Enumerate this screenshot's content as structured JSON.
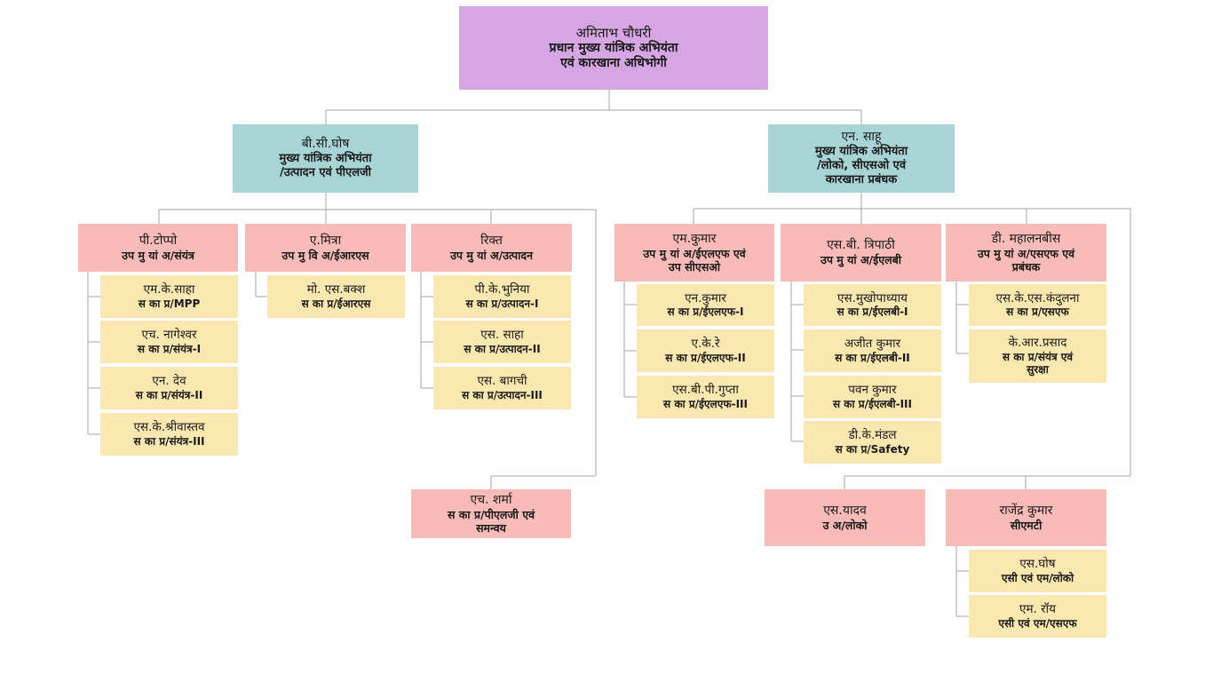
{
  "root": {
    "name": "अमिताभ चौधरी",
    "title1": "प्रधान मुख्य यांत्रिक अभियंता",
    "title2": "एवं कारखाना अधिभोगी"
  },
  "bc_ghosh": {
    "name": "बी.सी.घोष",
    "title1": "मुख्य यांत्रिक अभियंता",
    "title2": "/उत्पादन एवं पीएलजी"
  },
  "n_sahu": {
    "name": "एन. साहू",
    "title1": "मुख्य यांत्रिक अभियंता",
    "title2": "/लोको, सीएसओ एवं",
    "title3": "कारखाना प्रबंधक"
  },
  "p_toppo": {
    "name": "पी.टोप्पो",
    "title": "उप मु यां अ/संयंत्र"
  },
  "a_mitra": {
    "name": "ए.मित्रा",
    "title": "उप मु वि अ/ईआरएस"
  },
  "rikt": {
    "name": "रिक्त",
    "title": "उप मु यां अ/उत्पादन"
  },
  "m_kumar": {
    "name": "एम.कुमार",
    "title1": "उप मु यां अ/ईएलएफ एवं",
    "title2": "उप सीएसओ"
  },
  "sb_tripathi": {
    "name": "एस.बी. त्रिपाठी",
    "title": "उप मु यां अ/ईएलबी"
  },
  "d_mahalanobis": {
    "name": "डी. महालनबीस",
    "title1": "उप मु यां अ/एसएफ एवं",
    "title2": "प्रबंधक"
  },
  "mk_saha": {
    "name": "एम.के.साहा",
    "title": "स का प्र/MPP"
  },
  "h_nageshwar": {
    "name": "एच. नागेश्वर",
    "title": "स का प्र/संयंत्र-I"
  },
  "n_dev": {
    "name": "एन. देव",
    "title": "स का प्र/संयंत्र-II"
  },
  "sk_srivastava": {
    "name": "एस.के.श्रीवास्तव",
    "title": "स का प्र/संयंत्र-III"
  },
  "s_baksh": {
    "name": "मो. एस.बक्श",
    "title": "स का प्र/ईआरएस"
  },
  "pk_bhuniya": {
    "name": "पी.के.भुनिया",
    "title": "स का प्र/उत्पादन-I"
  },
  "s_saha": {
    "name": "एस. साहा",
    "title": "स का प्र/उत्पादन-II"
  },
  "s_bagchi": {
    "name": "एस. बागची",
    "title": "स का प्र/उत्पादन-III"
  },
  "h_sharma": {
    "name": "एच. शर्मा",
    "title1": "स का प्र/पीएलजी एवं",
    "title2": "समन्वय"
  },
  "n_kumar": {
    "name": "एन.कुमार",
    "title": "स का प्र/ईएलएफ-I"
  },
  "ak_re": {
    "name": "ए.के.रे",
    "title": "स का प्र/ईएलएफ-II"
  },
  "sbp_gupta": {
    "name": "एस.बी.पी.गुप्ता",
    "title": "स का प्र/ईएलएफ-III"
  },
  "s_mukhopadhyay": {
    "name": "एस.मुखोपाध्याय",
    "title": "स का प्र/ईएलबी-I"
  },
  "ajit_kumar": {
    "name": "अजीत कुमार",
    "title": "स का प्र/ईएलबी-II"
  },
  "pawan_kumar": {
    "name": "पवन कुमार",
    "title": "स का प्र/ईएलबी-III"
  },
  "dk_mandal": {
    "name": "डी.के.मंडल",
    "title": "स का प्र/Safety"
  },
  "sks_kandulna": {
    "name": "एस.के.एस.कंदुलना",
    "title": "स का प्र/एसएफ"
  },
  "kr_prasad": {
    "name": "के.आर.प्रसाद",
    "title1": "स का प्र/संयंत्र एवं",
    "title2": "सुरक्षा"
  },
  "s_yadav": {
    "name": "एस.यादव",
    "title": "उ अ/लोको"
  },
  "rajendra_kumar": {
    "name": "राजेंद्र  कुमार",
    "title": "सीएमटी"
  },
  "s_ghosh": {
    "name": "एस.घोष",
    "title": "एसी एवं एम/लोको"
  },
  "m_roy": {
    "name": "एम. रॉय",
    "title": "एसी एवं एम/एसएफ"
  },
  "colors": {
    "root": "#d5a6e2",
    "chief": "#a8d4d6",
    "deputy": "#f8bbb7",
    "officer": "#fbe8b0",
    "line": "#a6a6a6"
  }
}
